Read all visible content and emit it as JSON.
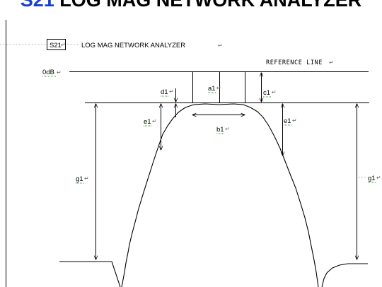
{
  "title": {
    "prefix": "S21",
    "text": "LOG MAG NETWORK ANALYZER"
  },
  "diagram": {
    "box_label": "S21",
    "header_text": "LOG MAG NETWORK ANALYZER",
    "reference_line_label": "REFERENCE LINE",
    "zero_db_label": "0dB",
    "dimensions": {
      "a": "a1",
      "b": "b1",
      "c": "c1",
      "d": "d1",
      "e_left": "e1",
      "e_right": "e1",
      "g_left": "g1",
      "g_right": "g1"
    },
    "paragraph_mark": "↵"
  }
}
